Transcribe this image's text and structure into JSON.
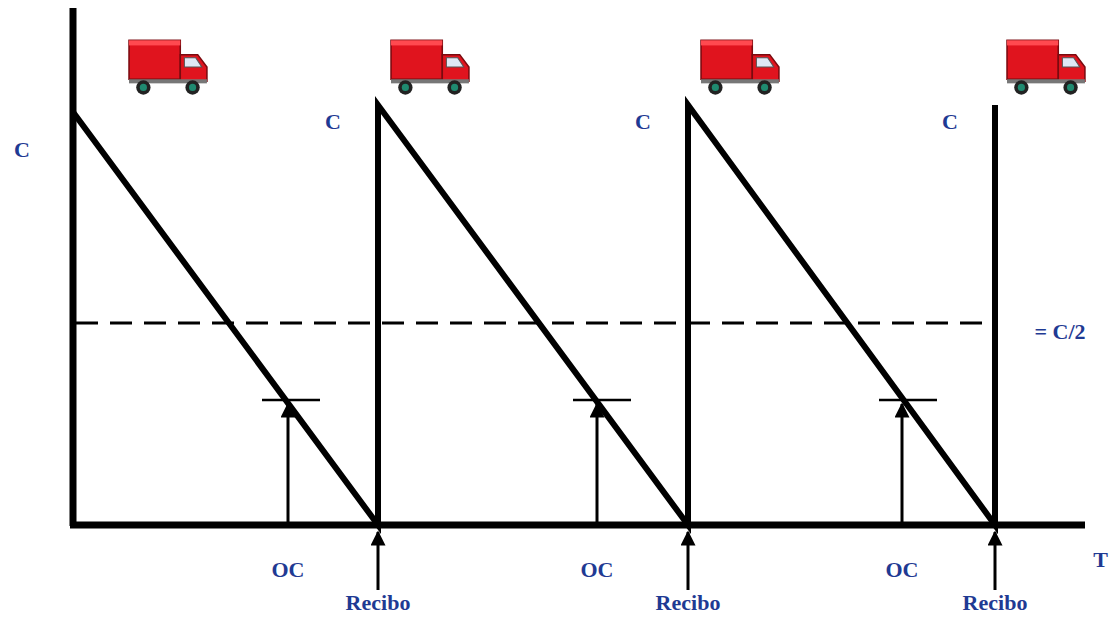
{
  "diagram": {
    "labels": [
      "C",
      "C",
      "C",
      "C",
      "= C/2",
      "OC",
      "OC",
      "OC",
      "T",
      "Recibo",
      "Recibo",
      "Recibo"
    ]
  }
}
